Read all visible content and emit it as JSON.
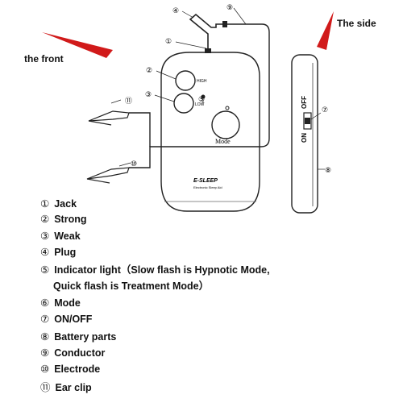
{
  "labels": {
    "front": "the front",
    "side": "The side",
    "mode_button": "Mode",
    "high": "HIGH",
    "low": "LOW",
    "on": "ON",
    "off": "OFF",
    "brand": "E-SLEEP",
    "brand_sub": "Electronic Sleep Aid"
  },
  "callouts": [
    "①",
    "②",
    "③",
    "④",
    "⑤",
    "⑥",
    "⑦",
    "⑧",
    "⑨",
    "⑩",
    "⑪"
  ],
  "legend": [
    {
      "num": "①",
      "text": "Jack"
    },
    {
      "num": "②",
      "text": "Strong"
    },
    {
      "num": "③",
      "text": "Weak"
    },
    {
      "num": "④",
      "text": "Plug"
    },
    {
      "num": "⑤",
      "text": "Indicator light（Slow flash is Hypnotic Mode,"
    },
    {
      "num": "",
      "text": "Quick flash is Treatment Mode）"
    },
    {
      "num": "⑥",
      "text": "Mode"
    },
    {
      "num": "⑦",
      "text": "ON/OFF"
    },
    {
      "num": "⑧",
      "text": "Battery parts"
    },
    {
      "num": "⑨",
      "text": "Conductor"
    },
    {
      "num": "⑩",
      "text": "Electrode"
    },
    {
      "num": "⑪",
      "text": "Ear clip"
    }
  ],
  "colors": {
    "arrow": "#d11a1a",
    "ink": "#1a1a1a"
  }
}
